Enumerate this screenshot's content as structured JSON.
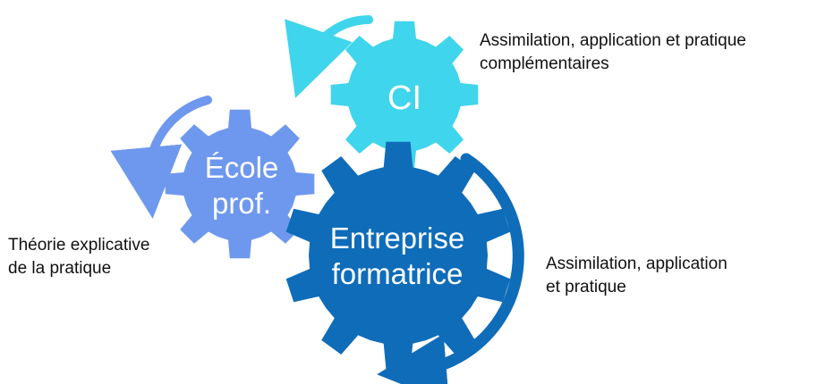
{
  "colors": {
    "ci_gear": "#3FD5EC",
    "ci_arrow": "#3FD5EC",
    "school_gear": "#6E98EE",
    "school_arrow": "#6E98EE",
    "company_gear": "#0F6CB9",
    "company_arrow": "#0F6CB9",
    "label_box": "#0F6CB9",
    "text": "#111111"
  },
  "gears": {
    "ci": {
      "label": "CI"
    },
    "school": {
      "label_line1": "École",
      "label_line2": "prof."
    },
    "company": {
      "label_line1": "Entreprise",
      "label_line2": "formatrice"
    }
  },
  "captions": {
    "ci": {
      "line1": "Assimilation, application et pratique",
      "line2": "complémentaires"
    },
    "school": {
      "line1": "Théorie explicative",
      "line2": "de la pratique"
    },
    "company": {
      "line1": "Assimilation, application",
      "line2": "et pratique"
    }
  },
  "icons": {
    "ci_arrow": "curved-arrow-icon",
    "school_arrow": "curved-arrow-icon",
    "company_arrow": "curved-arrow-icon"
  }
}
